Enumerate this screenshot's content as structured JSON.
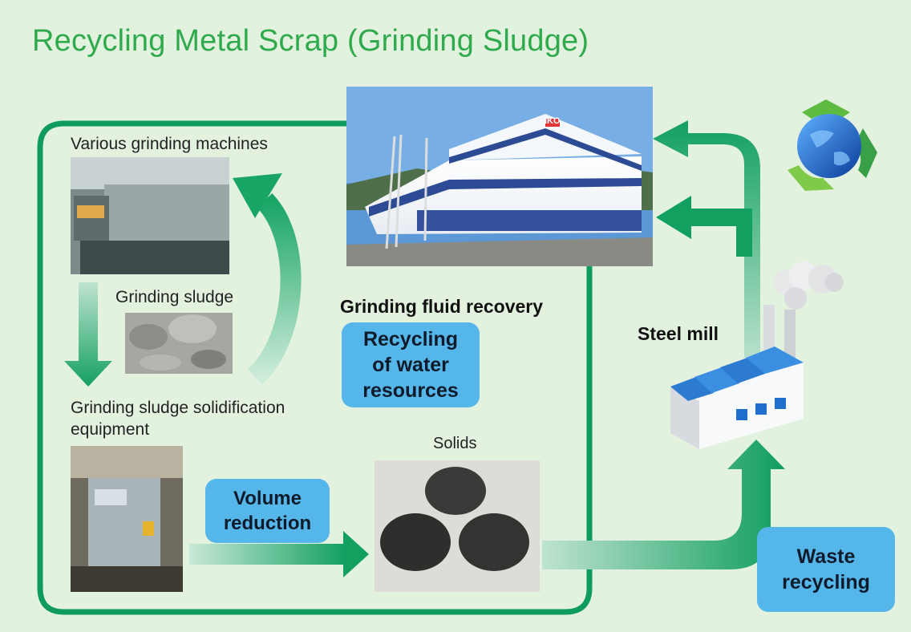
{
  "title": "Recycling Metal Scrap (Grinding Sludge)",
  "labels": {
    "various_machines": "Various grinding machines",
    "grinding_sludge": "Grinding sludge",
    "solidification_line1": "Grinding sludge solidification",
    "solidification_line2": "equipment",
    "solids": "Solids",
    "fluid_recovery": "Grinding fluid recovery",
    "steel_mill": "Steel mill",
    "factory_sign": "IKO"
  },
  "badges": {
    "water_line1": "Recycling",
    "water_line2": "of water",
    "water_line3": "resources",
    "volume_line1": "Volume",
    "volume_line2": "reduction",
    "waste_line1": "Waste",
    "waste_line2": "recycling"
  },
  "colors": {
    "background": "#e3f1df",
    "title_green": "#2faa4d",
    "loop_green": "#0d9b5f",
    "badge_blue": "#55b6ea"
  },
  "icons": [
    "recycle-globe-icon",
    "steel-mill-factory-icon"
  ]
}
